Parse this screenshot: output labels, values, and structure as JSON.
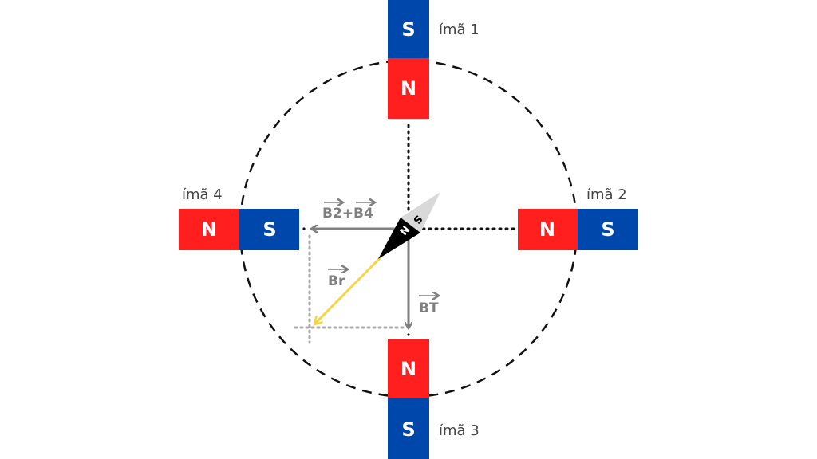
{
  "colors": {
    "north": "#ff1f1f",
    "south": "#0047ab",
    "vector": "#7f7f7f",
    "resultant": "#f5d547",
    "needle_north": "#000000",
    "needle_south": "#d9d9d9"
  },
  "magnets": [
    {
      "label": "ímã 1",
      "north": "N",
      "south": "S"
    },
    {
      "label": "ímã 2",
      "north": "N",
      "south": "S"
    },
    {
      "label": "ímã 3",
      "north": "N",
      "south": "S"
    },
    {
      "label": "ímã 4",
      "north": "N",
      "south": "S"
    }
  ],
  "vectors": {
    "b2b4": "B2+B4",
    "br": "Br",
    "bt": "BT"
  },
  "compass": {
    "north": "N",
    "south": "S"
  }
}
